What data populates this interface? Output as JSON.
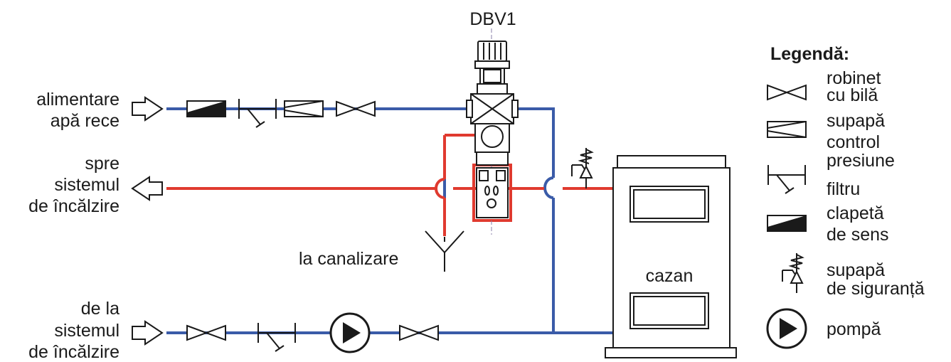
{
  "labels": {
    "dbv": "DBV1",
    "cold_supply": [
      "alimentare",
      "apă rece"
    ],
    "to_heating": [
      "spre",
      "sistemul",
      "de încălzire"
    ],
    "from_heating": [
      "de la",
      "sistemul",
      "de încălzire"
    ],
    "drain": "la canalizare",
    "boiler": "cazan"
  },
  "legend": {
    "title": "Legendă:",
    "items": [
      {
        "icon": "ball-valve-icon",
        "lines": [
          "robinet",
          "cu bilă"
        ]
      },
      {
        "icon": "pressure-control-valve-icon",
        "lines": [
          "supapă",
          "control",
          "presiune"
        ]
      },
      {
        "icon": "filter-icon",
        "lines": [
          "filtru"
        ]
      },
      {
        "icon": "check-valve-icon",
        "lines": [
          "clapetă",
          "de sens"
        ]
      },
      {
        "icon": "safety-valve-icon",
        "lines": [
          "supapă",
          "de siguranță"
        ]
      },
      {
        "icon": "pump-icon",
        "lines": [
          "pompă"
        ]
      }
    ]
  },
  "colors": {
    "cold_pipe": "#3a5ba8",
    "hot_pipe": "#e03a2f",
    "symbol": "#1a1a1a"
  }
}
